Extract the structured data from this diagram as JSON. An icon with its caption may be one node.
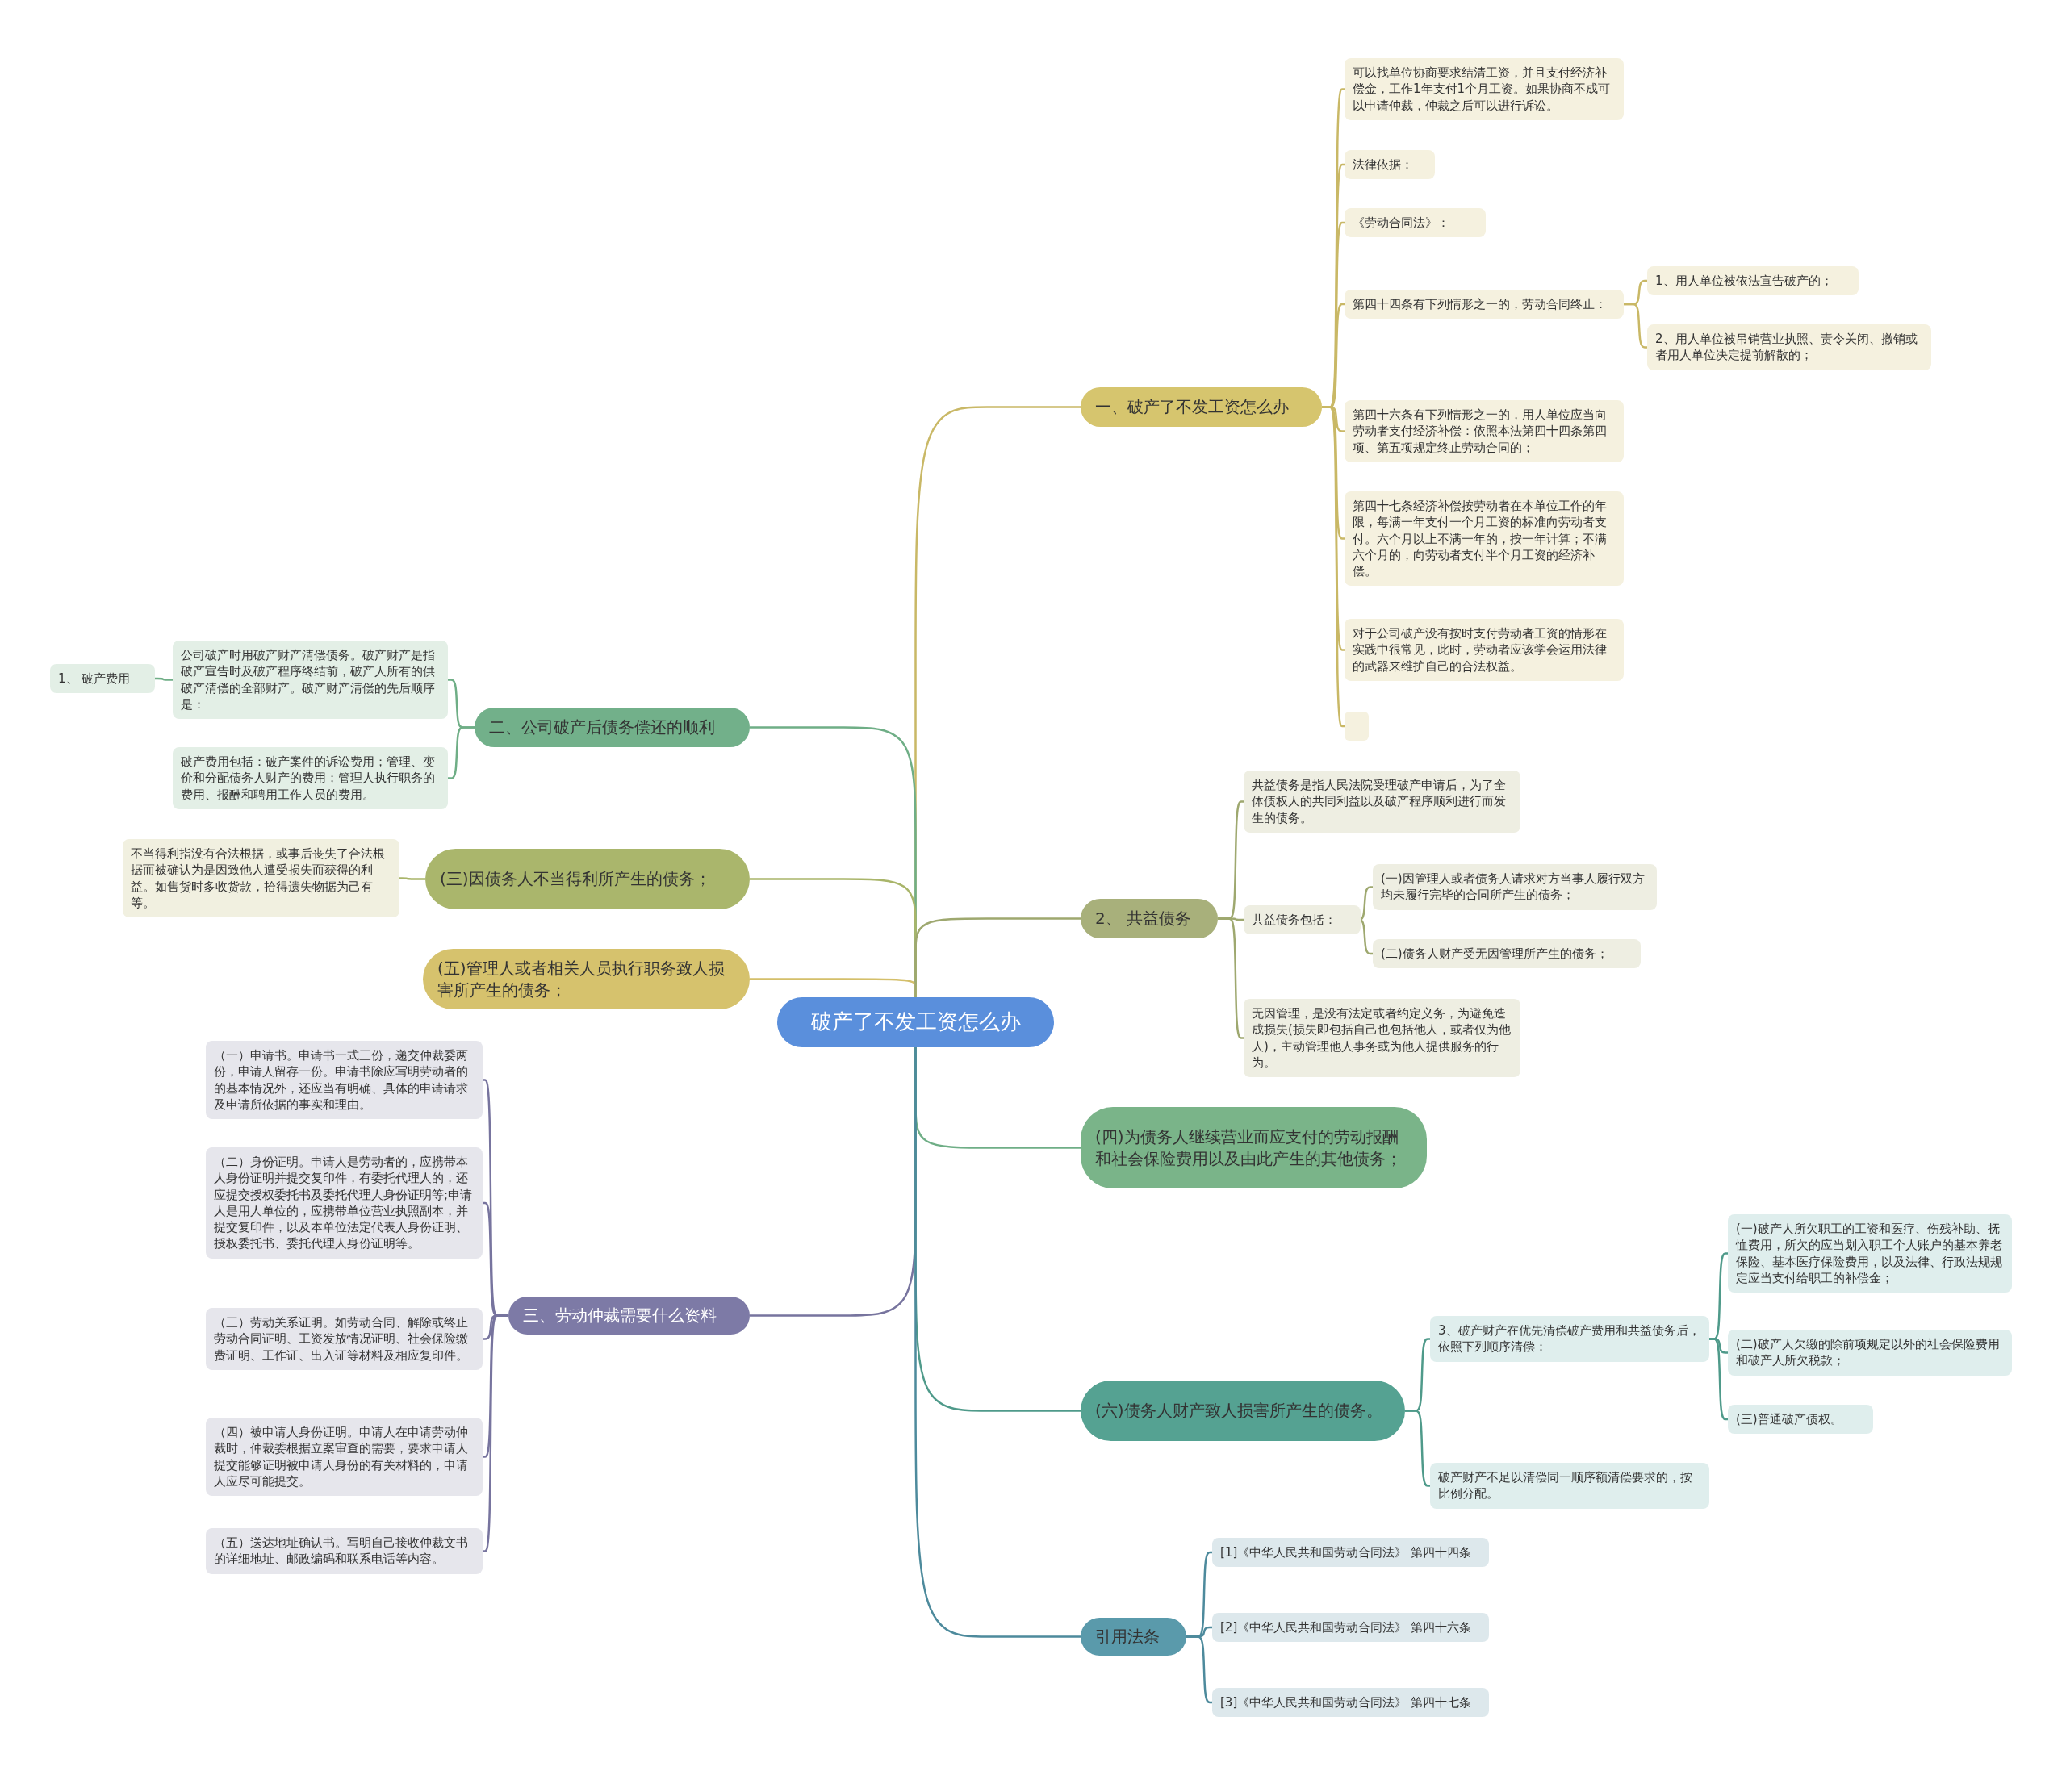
{
  "diagram": {
    "nodes": [
      {
        "text": [
          "破产了不发工资怎么办"
        ]
      },
      {
        "text": [
          "一、破产了不发工资怎么办"
        ]
      },
      {
        "text": [
          "可以找单位协商要求结清工资，并且支付经济补偿金，工作1年支付1个月工资。如果协商不成可以申请仲裁，仲裁之后可以进行诉讼。"
        ]
      },
      {
        "text": [
          "法律依据："
        ]
      },
      {
        "text": [
          "《劳动合同法》："
        ]
      },
      {
        "text": [
          "第四十四条有下列情形之一的，劳动合同终止："
        ]
      },
      {
        "text": [
          "1、用人单位被依法宣告破产的；"
        ]
      },
      {
        "text": [
          "2、用人单位被吊销营业执照、责令关闭、撤销或者用人单位决定提前解散的；"
        ]
      },
      {
        "text": [
          "第四十六条有下列情形之一的，用人单位应当向劳动者支付经济补偿：依照本法第四十四条第四项、第五项规定终止劳动合同的；"
        ]
      },
      {
        "text": [
          "第四十七条经济补偿按劳动者在本单位工作的年限，每满一年支付一个月工资的标准向劳动者支付。六个月以上不满一年的，按一年计算；不满六个月的，向劳动者支付半个月工资的经济补偿。"
        ]
      },
      {
        "text": [
          "对于公司破产没有按时支付劳动者工资的情形在实践中很常见，此时，劳动者应该学会运用法律的武器来维护自己的合法权益。"
        ]
      },
      {
        "text": [],
        "shape": "box"
      },
      {
        "text": [
          "二、公司破产后债务偿还的顺利"
        ]
      },
      {
        "text": [
          "公司破产时用破产财产清偿债务。破产财产是指破产宣告时及破产程序终结前，破产人所有的供破产清偿的全部财产。破产财产清偿的先后顺序是："
        ]
      },
      {
        "text": [
          "1、 破产费用"
        ]
      },
      {
        "text": [
          "破产费用包括：破产案件的诉讼费用；管理、变价和分配债务人财产的费用；管理人执行职务的费用、报酬和聘用工作人员的费用。"
        ]
      },
      {
        "text": [
          "(三)因债务人不当得利所产生的债务；"
        ]
      },
      {
        "text": [
          "不当得利指没有合法根据，或事后丧失了合法根据而被确认为是因致他人遭受损失而获得的利益。如售货时多收货款，拾得遗失物据为己有等。"
        ]
      },
      {
        "text": [
          "(五)管理人或者相关人员执行职务致人损害所产生的债务；"
        ]
      },
      {
        "text": [
          "三、劳动仲裁需要什么资料"
        ]
      },
      {
        "text": [
          "（一）申请书。申请书一式三份，递交仲裁委两份，申请人留存一份。申请书除应写明劳动者的的基本情况外，还应当有明确、具体的申请请求及申请所依据的事实和理由。"
        ]
      },
      {
        "text": [
          "（二）身份证明。申请人是劳动者的，应携带本人身份证明并提交复印件，有委托代理人的，还应提交授权委托书及委托代理人身份证明等;申请人是用人单位的，应携带单位营业执照副本，并提交复印件，以及本单位法定代表人身份证明、授权委托书、委托代理人身份证明等。"
        ]
      },
      {
        "text": [
          "（三）劳动关系证明。如劳动合同、解除或终止劳动合同证明、工资发放情况证明、社会保险缴费证明、工作证、出入证等材料及相应复印件。"
        ]
      },
      {
        "text": [
          "（四）被申请人身份证明。申请人在申请劳动仲裁时，仲裁委根据立案审查的需要，要求申请人提交能够证明被申请人身份的有关材料的，申请人应尽可能提交。"
        ]
      },
      {
        "text": [
          "（五）送达地址确认书。写明自己接收仲裁文书的详细地址、邮政编码和联系电话等内容。"
        ]
      },
      {
        "text": [
          "2、 共益债务"
        ]
      },
      {
        "text": [
          "共益债务是指人民法院受理破产申请后，为了全体债权人的共同利益以及破产程序顺利进行而发生的债务。"
        ]
      },
      {
        "text": [
          "共益债务包括："
        ]
      },
      {
        "text": [
          "(一)因管理人或者债务人请求对方当事人履行双方均未履行完毕的合同所产生的债务；"
        ]
      },
      {
        "text": [
          "(二)债务人财产受无因管理所产生的债务；"
        ]
      },
      {
        "text": [
          "无因管理，是没有法定或者约定义务，为避免造成损失(损失即包括自己也包括他人，或者仅为他人)，主动管理他人事务或为他人提供服务的行为。"
        ]
      },
      {
        "text": [
          "(四)为债务人继续营业而应支付的劳动报酬和社会保险费用以及由此产生的其他债务；"
        ]
      },
      {
        "text": [
          "(六)债务人财产致人损害所产生的债务。"
        ]
      },
      {
        "text": [
          "3、破产财产在优先清偿破产费用和共益债务后，依照下列顺序清偿："
        ]
      },
      {
        "text": [
          "(一)破产人所欠职工的工资和医疗、伤残补助、抚恤费用，所欠的应当划入职工个人账户的基本养老保险、基本医疗保险费用，以及法律、行政法规规定应当支付给职工的补偿金；"
        ]
      },
      {
        "text": [
          "(二)破产人欠缴的除前项规定以外的社会保险费用和破产人所欠税款；"
        ]
      },
      {
        "text": [
          "(三)普通破产债权。"
        ]
      },
      {
        "text": [
          "破产财产不足以清偿同一顺序额清偿要求的，按比例分配。"
        ]
      },
      {
        "text": [
          "引用法条"
        ]
      },
      {
        "text": [
          "[1]《中华人民共和国劳动合同法》 第四十四条"
        ]
      },
      {
        "text": [
          "[2]《中华人民共和国劳动合同法》 第四十六条"
        ]
      },
      {
        "text": [
          "[3]《中华人民共和国劳动合同法》 第四十七条"
        ]
      }
    ],
    "edges": [
      {
        "from": 0,
        "to": 1,
        "arrow": "none",
        "color": "#c9b866"
      },
      {
        "from": 1,
        "to": 2,
        "arrow": "none",
        "color": "#c9b866"
      },
      {
        "from": 1,
        "to": 3,
        "arrow": "none",
        "color": "#c9b866"
      },
      {
        "from": 1,
        "to": 4,
        "arrow": "none",
        "color": "#c9b866"
      },
      {
        "from": 1,
        "to": 5,
        "arrow": "none",
        "color": "#c9b866"
      },
      {
        "from": 5,
        "to": 6,
        "arrow": "none",
        "color": "#c9b866"
      },
      {
        "from": 5,
        "to": 7,
        "arrow": "none",
        "color": "#c9b866"
      },
      {
        "from": 1,
        "to": 8,
        "arrow": "none",
        "color": "#c9b866"
      },
      {
        "from": 1,
        "to": 9,
        "arrow": "none",
        "color": "#c9b866"
      },
      {
        "from": 1,
        "to": 10,
        "arrow": "none",
        "color": "#c9b866"
      },
      {
        "from": 1,
        "to": 11,
        "arrow": "none",
        "color": "#c9b866"
      },
      {
        "from": 0,
        "to": 12,
        "arrow": "none",
        "color": "#6fae86"
      },
      {
        "from": 12,
        "to": 13,
        "arrow": "none",
        "color": "#6fae86"
      },
      {
        "from": 13,
        "to": 14,
        "arrow": "none",
        "color": "#6fae86"
      },
      {
        "from": 12,
        "to": 15,
        "arrow": "none",
        "color": "#6fae86"
      },
      {
        "from": 0,
        "to": 16,
        "arrow": "none",
        "color": "#a9b56a"
      },
      {
        "from": 16,
        "to": 17,
        "arrow": "none",
        "color": "#a9b56a"
      },
      {
        "from": 0,
        "to": 18,
        "arrow": "none",
        "color": "#d4bf6a"
      },
      {
        "from": 0,
        "to": 19,
        "arrow": "none",
        "color": "#77749e"
      },
      {
        "from": 19,
        "to": 20,
        "arrow": "none",
        "color": "#77749e"
      },
      {
        "from": 19,
        "to": 21,
        "arrow": "none",
        "color": "#77749e"
      },
      {
        "from": 19,
        "to": 22,
        "arrow": "none",
        "color": "#77749e"
      },
      {
        "from": 19,
        "to": 23,
        "arrow": "none",
        "color": "#77749e"
      },
      {
        "from": 19,
        "to": 24,
        "arrow": "none",
        "color": "#77749e"
      },
      {
        "from": 0,
        "to": 25,
        "arrow": "none",
        "color": "#9ea86f"
      },
      {
        "from": 25,
        "to": 26,
        "arrow": "none",
        "color": "#9ea86f"
      },
      {
        "from": 25,
        "to": 27,
        "arrow": "none",
        "color": "#9ea86f"
      },
      {
        "from": 27,
        "to": 28,
        "arrow": "none",
        "color": "#9ea86f"
      },
      {
        "from": 27,
        "to": 29,
        "arrow": "none",
        "color": "#9ea86f"
      },
      {
        "from": 25,
        "to": 30,
        "arrow": "none",
        "color": "#9ea86f"
      },
      {
        "from": 0,
        "to": 31,
        "arrow": "none",
        "color": "#6fae86"
      },
      {
        "from": 0,
        "to": 32,
        "arrow": "none",
        "color": "#4f9a8a"
      },
      {
        "from": 32,
        "to": 33,
        "arrow": "none",
        "color": "#4f9a8a"
      },
      {
        "from": 33,
        "to": 34,
        "arrow": "none",
        "color": "#4f9a8a"
      },
      {
        "from": 33,
        "to": 35,
        "arrow": "none",
        "color": "#4f9a8a"
      },
      {
        "from": 33,
        "to": 36,
        "arrow": "none",
        "color": "#4f9a8a"
      },
      {
        "from": 32,
        "to": 37,
        "arrow": "none",
        "color": "#4f9a8a"
      },
      {
        "from": 0,
        "to": 38,
        "arrow": "none",
        "color": "#4d8a9c"
      },
      {
        "from": 38,
        "to": 39,
        "arrow": "none",
        "color": "#4d8a9c"
      },
      {
        "from": 38,
        "to": 40,
        "arrow": "none",
        "color": "#4d8a9c"
      },
      {
        "from": 38,
        "to": 41,
        "arrow": "none",
        "color": "#4d8a9c"
      }
    ]
  }
}
